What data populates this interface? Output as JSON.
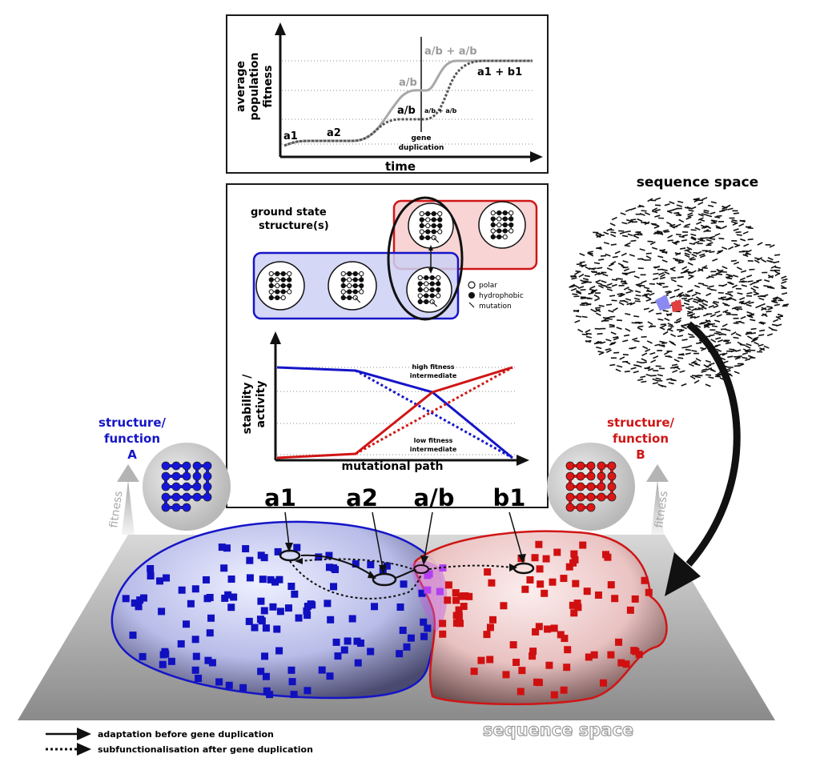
{
  "fitness_plot": {
    "ylabel_line1": "average",
    "ylabel_line2": "population",
    "ylabel_line3": "fitness",
    "xlabel": "time",
    "labels": {
      "a1": "a1",
      "a2": "a2",
      "ab_grey": "a/b",
      "ab_black": "a/b",
      "ab_plus_ab_top": "a/b + a/b",
      "ab_plus_ab_small": "a/b + a/b",
      "a1_plus_b1": "a1 + b1",
      "gene_dup_line1": "gene",
      "gene_dup_line2": "duplication"
    }
  },
  "structure_panel": {
    "title_line1": "ground state",
    "title_line2": "structure(s)",
    "legend": {
      "polar": "polar",
      "hydrophobic": "hydrophobic",
      "mutation": "mutation"
    }
  },
  "stability_plot": {
    "ylabel_line1": "stability /",
    "ylabel_line2": "activity",
    "xlabel": "mutational path",
    "high_line1": "high fitness",
    "high_line2": "intermediate",
    "low_line1": "low fitness",
    "low_line2": "intermediate"
  },
  "landscape": {
    "structure_a_line1": "structure/",
    "structure_a_line2": "function",
    "structure_a_line3": "A",
    "structure_b_line1": "structure/",
    "structure_b_line2": "function",
    "structure_b_line3": "B",
    "fitness_left": "fitness",
    "fitness_right": "fitness",
    "label_a1": "a1",
    "label_a2": "a2",
    "label_ab": "a/b",
    "label_b1": "b1",
    "sequence_space_bottom": "sequence space",
    "sequence_space_top": "sequence space"
  },
  "legend": {
    "solid": "adaptation before gene duplication",
    "dotted": "subfunctionalisation after gene duplication"
  },
  "colors": {
    "blue": "#1515c8",
    "red": "#d01515",
    "grey": "#a0a0a0",
    "black": "#111111"
  }
}
